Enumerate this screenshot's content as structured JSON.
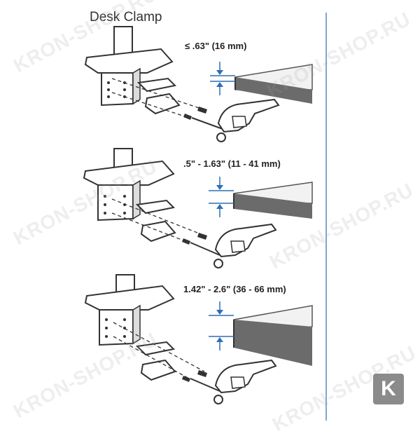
{
  "title": "Desk Clamp",
  "panels": [
    {
      "dimension_label": "≤ .63\" (16 mm)"
    },
    {
      "dimension_label": ".5\" - 1.63\" (11 - 41 mm)"
    },
    {
      "dimension_label": "1.42\" - 2.6\" (36 - 66 mm)"
    }
  ],
  "watermark": "KRON-SHOP.RU",
  "logo": "K",
  "colors": {
    "line": "#333333",
    "accent": "#2b6fb6",
    "desk_top": "#f2f2f2",
    "desk_edge": "#6b6b6b",
    "divider": "#7fa6d6"
  }
}
